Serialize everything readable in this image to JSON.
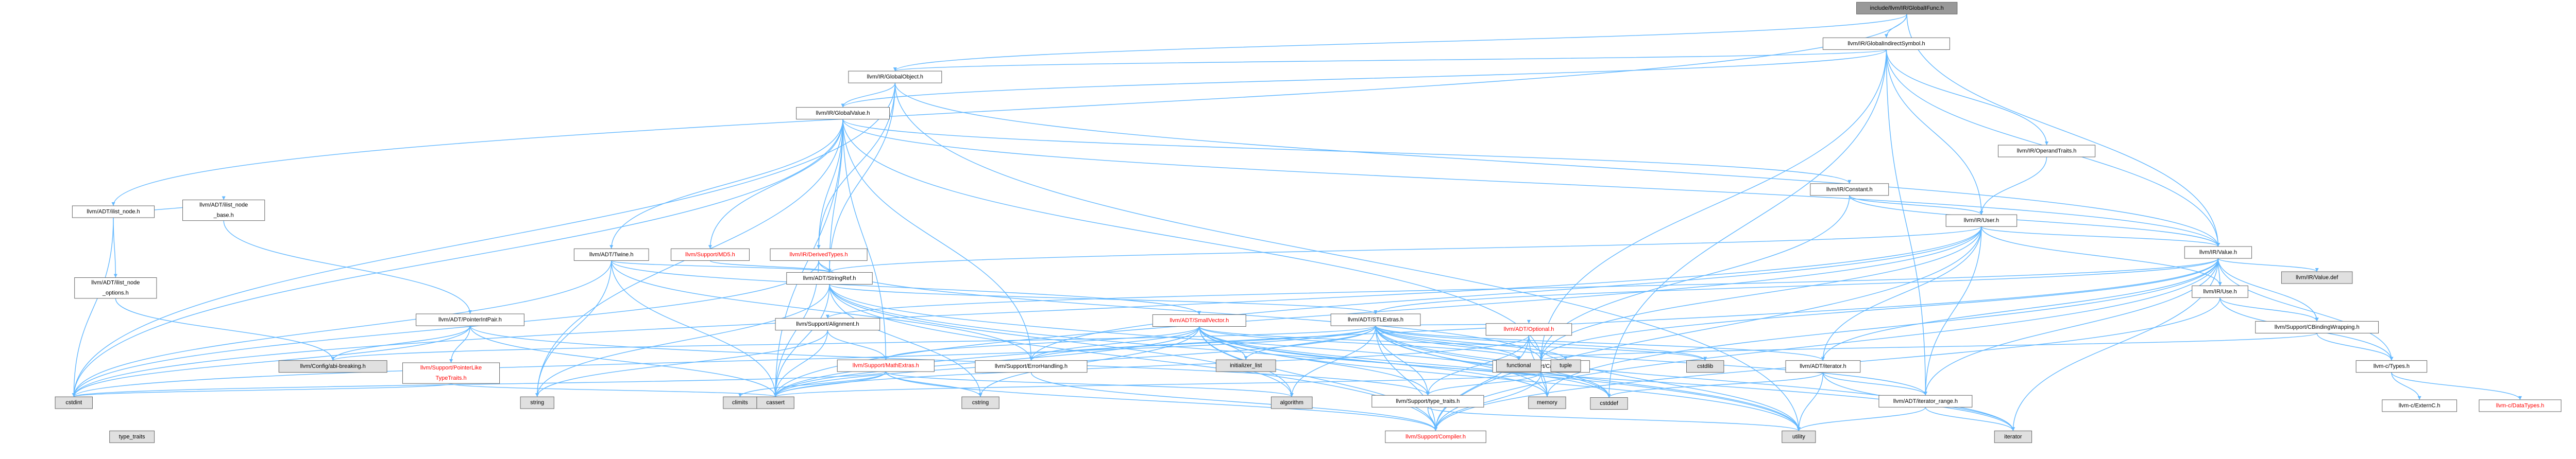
{
  "colors": {
    "edge": "#63b8ff",
    "node_fill": "#ffffff",
    "root_fill": "#999999",
    "system_fill": "#e0e0e0",
    "node_text": "#000000",
    "red_text": "#ff0000",
    "border": "#666666"
  },
  "nodes": [
    {
      "id": "root",
      "label": "include/llvm/IR/GlobalIFunc.h",
      "kind": "root"
    },
    {
      "id": "gis",
      "label": "llvm/IR/GlobalIndirectSymbol.h",
      "kind": "normal"
    },
    {
      "id": "go",
      "label": "llvm/IR/GlobalObject.h",
      "kind": "normal"
    },
    {
      "id": "gv",
      "label": "llvm/IR/GlobalValue.h",
      "kind": "normal"
    },
    {
      "id": "opt",
      "label": "llvm/IR/OperandTraits.h",
      "kind": "normal"
    },
    {
      "id": "const",
      "label": "llvm/IR/Constant.h",
      "kind": "normal"
    },
    {
      "id": "user",
      "label": "llvm/IR/User.h",
      "kind": "normal"
    },
    {
      "id": "ilist",
      "label": "llvm/ADT/ilist_node.h",
      "kind": "normal"
    },
    {
      "id": "ilistbase",
      "label": "llvm/ADT/ilist_node\n_base.h",
      "kind": "normal"
    },
    {
      "id": "ilistopt",
      "label": "llvm/ADT/ilist_node\n_options.h",
      "kind": "normal"
    },
    {
      "id": "twine",
      "label": "llvm/ADT/Twine.h",
      "kind": "normal"
    },
    {
      "id": "md5",
      "label": "llvm/Support/MD5.h",
      "kind": "red"
    },
    {
      "id": "derived",
      "label": "llvm/IR/DerivedTypes.h",
      "kind": "red"
    },
    {
      "id": "stringref",
      "label": "llvm/ADT/StringRef.h",
      "kind": "normal"
    },
    {
      "id": "value",
      "label": "llvm/IR/Value.h",
      "kind": "normal"
    },
    {
      "id": "valuedef",
      "label": "llvm/IR/Value.def",
      "kind": "system"
    },
    {
      "id": "use",
      "label": "llvm/IR/Use.h",
      "kind": "normal"
    },
    {
      "id": "cbind",
      "label": "llvm/Support/CBindingWrapping.h",
      "kind": "normal"
    },
    {
      "id": "ctypes",
      "label": "llvm-c/Types.h",
      "kind": "normal"
    },
    {
      "id": "externc",
      "label": "llvm-c/ExternC.h",
      "kind": "normal"
    },
    {
      "id": "datatypes",
      "label": "llvm-c/DataTypes.h",
      "kind": "red"
    },
    {
      "id": "ptrintpair",
      "label": "llvm/ADT/PointerIntPair.h",
      "kind": "normal"
    },
    {
      "id": "align",
      "label": "llvm/Support/Alignment.h",
      "kind": "normal"
    },
    {
      "id": "smallvec",
      "label": "llvm/ADT/SmallVector.h",
      "kind": "red"
    },
    {
      "id": "stlextras",
      "label": "llvm/ADT/STLExtras.h",
      "kind": "normal"
    },
    {
      "id": "optional",
      "label": "llvm/ADT/Optional.h",
      "kind": "red"
    },
    {
      "id": "iterator",
      "label": "llvm/ADT/iterator.h",
      "kind": "normal"
    },
    {
      "id": "itrange",
      "label": "llvm/ADT/iterator_range.h",
      "kind": "normal"
    },
    {
      "id": "casting",
      "label": "llvm/Support/Casting.h",
      "kind": "normal"
    },
    {
      "id": "typetraits",
      "label": "llvm/Support/type_traits.h",
      "kind": "normal"
    },
    {
      "id": "compiler",
      "label": "llvm/Support/Compiler.h",
      "kind": "red"
    },
    {
      "id": "errh",
      "label": "llvm/Support/ErrorHandling.h",
      "kind": "normal"
    },
    {
      "id": "mathextras",
      "label": "llvm/Support/MathExtras.h",
      "kind": "red"
    },
    {
      "id": "ptrlike",
      "label": "llvm/Support/PointerLike\nTypeTraits.h",
      "kind": "red"
    },
    {
      "id": "configab",
      "label": "llvm/Config/abi-breaking.h",
      "kind": "system"
    },
    {
      "id": "cstdint",
      "label": "cstdint",
      "kind": "system"
    },
    {
      "id": "cstring",
      "label": "cstring",
      "kind": "system"
    },
    {
      "id": "climits",
      "label": "climits",
      "kind": "system"
    },
    {
      "id": "cassert",
      "label": "cassert",
      "kind": "system"
    },
    {
      "id": "string",
      "label": "string",
      "kind": "system"
    },
    {
      "id": "typetraits_std",
      "label": "type_traits",
      "kind": "system"
    },
    {
      "id": "algorithm",
      "label": "algorithm",
      "kind": "system"
    },
    {
      "id": "cstdlib",
      "label": "cstdlib",
      "kind": "system"
    },
    {
      "id": "initlist",
      "label": "initializer_list",
      "kind": "system"
    },
    {
      "id": "cstddef",
      "label": "cstddef",
      "kind": "system"
    },
    {
      "id": "functional",
      "label": "functional",
      "kind": "system"
    },
    {
      "id": "tuple",
      "label": "tuple",
      "kind": "system"
    },
    {
      "id": "memory",
      "label": "memory",
      "kind": "system"
    },
    {
      "id": "utility",
      "label": "utility",
      "kind": "system"
    },
    {
      "id": "iterator_std",
      "label": "iterator",
      "kind": "system"
    }
  ],
  "edges": [
    [
      "root",
      "gis"
    ],
    [
      "root",
      "ilist"
    ],
    [
      "root",
      "value"
    ],
    [
      "root",
      "go"
    ],
    [
      "gis",
      "go"
    ],
    [
      "gis",
      "gv"
    ],
    [
      "gis",
      "opt"
    ],
    [
      "gis",
      "user"
    ],
    [
      "gis",
      "value"
    ],
    [
      "gis",
      "casting"
    ],
    [
      "gis",
      "cstddef"
    ],
    [
      "go",
      "gv"
    ],
    [
      "go",
      "stringref"
    ],
    [
      "go",
      "value"
    ],
    [
      "go",
      "derived"
    ],
    [
      "go",
      "cstdint"
    ],
    [
      "go",
      "utility"
    ],
    [
      "gv",
      "const"
    ],
    [
      "gv",
      "twine"
    ],
    [
      "gv",
      "md5"
    ],
    [
      "gv",
      "derived"
    ],
    [
      "gv",
      "stringref"
    ],
    [
      "gv",
      "value"
    ],
    [
      "gv",
      "casting"
    ],
    [
      "gv",
      "errh"
    ],
    [
      "gv",
      "mathextras"
    ],
    [
      "gv",
      "cassert"
    ],
    [
      "gv",
      "cstdint"
    ],
    [
      "gv",
      "string"
    ],
    [
      "opt",
      "user"
    ],
    [
      "const",
      "user"
    ],
    [
      "const",
      "value"
    ],
    [
      "const",
      "casting"
    ],
    [
      "user",
      "value"
    ],
    [
      "user",
      "use"
    ],
    [
      "user",
      "stringref"
    ],
    [
      "user",
      "iterator"
    ],
    [
      "user",
      "itrange"
    ],
    [
      "user",
      "casting"
    ],
    [
      "user",
      "compiler"
    ],
    [
      "user",
      "errh"
    ],
    [
      "user",
      "cassert"
    ],
    [
      "user",
      "cstdint"
    ],
    [
      "ilist",
      "ilistbase"
    ],
    [
      "ilist",
      "ilistopt"
    ],
    [
      "ilistbase",
      "ptrintpair"
    ],
    [
      "ilistopt",
      "configab"
    ],
    [
      "ilistopt",
      "type_traits_dummy"
    ],
    [
      "twine",
      "smallvec"
    ],
    [
      "twine",
      "stringref"
    ],
    [
      "twine",
      "errh"
    ],
    [
      "twine",
      "cassert"
    ],
    [
      "twine",
      "cstdint"
    ],
    [
      "twine",
      "string"
    ],
    [
      "md5",
      "stringref"
    ],
    [
      "derived",
      "stringref"
    ],
    [
      "derived",
      "casting"
    ],
    [
      "derived",
      "cassert"
    ],
    [
      "derived",
      "cstdint"
    ],
    [
      "stringref",
      "stlextras"
    ],
    [
      "stringref",
      "compiler"
    ],
    [
      "stringref",
      "algorithm"
    ],
    [
      "stringref",
      "cassert"
    ],
    [
      "stringref",
      "cstddef"
    ],
    [
      "stringref",
      "cstring"
    ],
    [
      "stringref",
      "limits"
    ],
    [
      "stringref",
      "string"
    ],
    [
      "stringref",
      "type_traits_std"
    ],
    [
      "stringref",
      "utility"
    ],
    [
      "value",
      "valuedef"
    ],
    [
      "value",
      "use"
    ],
    [
      "value",
      "cbind"
    ],
    [
      "value",
      "ctypes"
    ],
    [
      "value",
      "stlextras"
    ],
    [
      "value",
      "iterator"
    ],
    [
      "value",
      "itrange"
    ],
    [
      "value",
      "casting"
    ],
    [
      "value",
      "compiler"
    ],
    [
      "value",
      "align"
    ],
    [
      "value",
      "cassert"
    ],
    [
      "value",
      "iterator_std"
    ],
    [
      "value",
      "memory"
    ],
    [
      "use",
      "cbind"
    ],
    [
      "use",
      "ctypes"
    ],
    [
      "use",
      "compiler"
    ],
    [
      "cbind",
      "ctypes"
    ],
    [
      "cbind",
      "casting"
    ],
    [
      "ctypes",
      "externc"
    ],
    [
      "ctypes",
      "datatypes"
    ],
    [
      "ptrintpair",
      "ptrlike"
    ],
    [
      "ptrintpair",
      "typetraits"
    ],
    [
      "ptrintpair",
      "cassert"
    ],
    [
      "ptrintpair",
      "cstdint"
    ],
    [
      "ptrintpair",
      "limits"
    ],
    [
      "ptrintpair",
      "configab"
    ],
    [
      "align",
      "mathextras"
    ],
    [
      "align",
      "cassert"
    ],
    [
      "align",
      "string"
    ],
    [
      "smallvec",
      "mathextras"
    ],
    [
      "smallvec",
      "typetraits"
    ],
    [
      "smallvec",
      "compiler"
    ],
    [
      "smallvec",
      "algorithm"
    ],
    [
      "smallvec",
      "cassert"
    ],
    [
      "smallvec",
      "cstddef"
    ],
    [
      "smallvec",
      "cstdlib"
    ],
    [
      "smallvec",
      "cstring"
    ],
    [
      "smallvec",
      "functional"
    ],
    [
      "smallvec",
      "initlist"
    ],
    [
      "smallvec",
      "iterator_std"
    ],
    [
      "smallvec",
      "limits"
    ],
    [
      "smallvec",
      "memory"
    ],
    [
      "smallvec",
      "type_traits_std"
    ],
    [
      "smallvec",
      "utility"
    ],
    [
      "smallvec",
      "errh"
    ],
    [
      "stlextras",
      "optional"
    ],
    [
      "stlextras",
      "iterator"
    ],
    [
      "stlextras",
      "itrange"
    ],
    [
      "stlextras",
      "compiler"
    ],
    [
      "stlextras",
      "errh"
    ],
    [
      "stlextras",
      "typetraits"
    ],
    [
      "stlextras",
      "algorithm"
    ],
    [
      "stlextras",
      "cassert"
    ],
    [
      "stlextras",
      "cstddef"
    ],
    [
      "stlextras",
      "cstdint"
    ],
    [
      "stlextras",
      "cstdlib"
    ],
    [
      "stlextras",
      "functional"
    ],
    [
      "stlextras",
      "initlist"
    ],
    [
      "stlextras",
      "iterator_std"
    ],
    [
      "stlextras",
      "limits"
    ],
    [
      "stlextras",
      "memory"
    ],
    [
      "stlextras",
      "tuple"
    ],
    [
      "stlextras",
      "type_traits_std"
    ],
    [
      "stlextras",
      "utility"
    ],
    [
      "stlextras",
      "configab"
    ],
    [
      "optional",
      "compiler"
    ],
    [
      "optional",
      "typetraits"
    ],
    [
      "optional",
      "cassert"
    ],
    [
      "optional",
      "memory"
    ],
    [
      "optional",
      "new_dummy"
    ],
    [
      "optional",
      "utility"
    ],
    [
      "iterator",
      "itrange"
    ],
    [
      "iterator",
      "cstddef"
    ],
    [
      "iterator",
      "iterator_std"
    ],
    [
      "iterator",
      "type_traits_std"
    ],
    [
      "iterator",
      "utility"
    ],
    [
      "itrange",
      "iterator_std"
    ],
    [
      "itrange",
      "utility"
    ],
    [
      "casting",
      "compiler"
    ],
    [
      "casting",
      "typetraits"
    ],
    [
      "casting",
      "cassert"
    ],
    [
      "casting",
      "memory"
    ],
    [
      "casting",
      "type_traits_std"
    ],
    [
      "typetraits",
      "compiler"
    ],
    [
      "typetraits",
      "type_traits_std"
    ],
    [
      "typetraits",
      "utility"
    ],
    [
      "errh",
      "compiler"
    ],
    [
      "mathextras",
      "compiler"
    ],
    [
      "mathextras",
      "algorithm"
    ],
    [
      "mathextras",
      "cassert"
    ],
    [
      "mathextras",
      "climits"
    ],
    [
      "mathextras",
      "cstdint"
    ],
    [
      "mathextras",
      "cstring"
    ],
    [
      "mathextras",
      "limits"
    ],
    [
      "mathextras",
      "type_traits_std"
    ],
    [
      "ptrlike",
      "cassert"
    ],
    [
      "ptrlike",
      "cstdint"
    ],
    [
      "ptrlike",
      "type_traits_std"
    ],
    [
      "ilist",
      "cstdint"
    ],
    [
      "gis",
      "itrange"
    ]
  ]
}
